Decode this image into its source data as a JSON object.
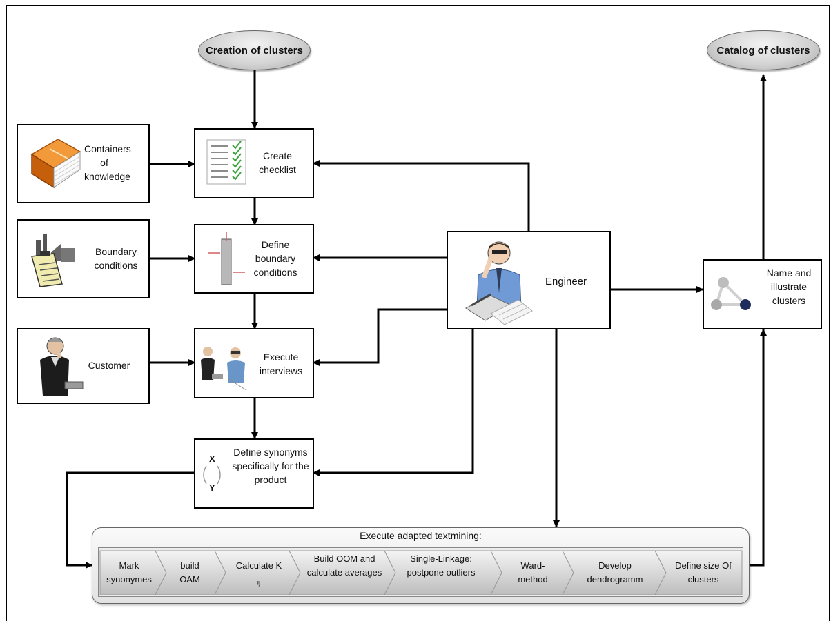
{
  "ovals": {
    "creation": "Creation of clusters",
    "catalog": "Catalog of clusters"
  },
  "inputs": {
    "containers": "Containers of knowledge",
    "boundary": "Boundary conditions",
    "customer": "Customer"
  },
  "steps": {
    "checklist": "Create checklist",
    "define_boundary": "Define boundary conditions",
    "interviews": "Execute interviews",
    "synonyms": "Define synonyms specifically for the product"
  },
  "engineer": "Engineer",
  "name_clusters": "Name and illustrate clusters",
  "checklist_icon_letters": {
    "x": "X",
    "y": "Y"
  },
  "textmining": {
    "title": "Execute adapted textmining:",
    "steps": [
      "Mark synonymes",
      "build OAM",
      "Calculate K",
      "Build OOM and calculate averages",
      "Single-Linkage: postpone outliers",
      "Ward-method",
      "Develop dendrogramm",
      "Define size Of clusters"
    ],
    "kij_subscript": "ij"
  },
  "colors": {
    "book": "#e8780f",
    "chevron_light": "#f4f4f4",
    "chevron_dark": "#bdbdbd",
    "node_dark": "#1f2d5c"
  }
}
